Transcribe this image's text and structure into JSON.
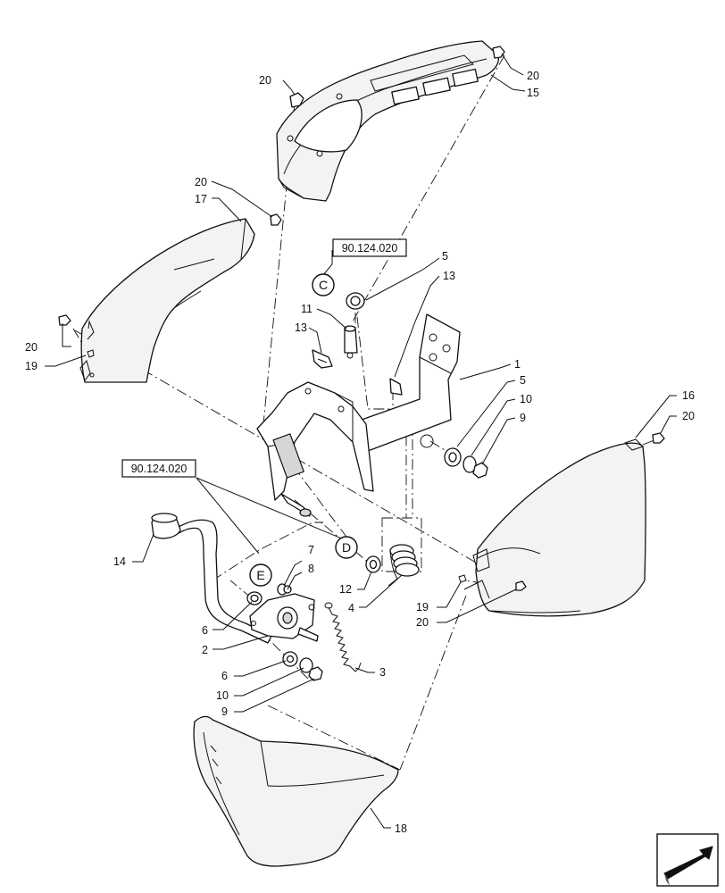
{
  "callouts": {
    "c1": "1",
    "c2": "2",
    "c3": "3",
    "c4": "4",
    "c5a": "5",
    "c5b": "5",
    "c6a": "6",
    "c6b": "6",
    "c7": "7",
    "c8": "8",
    "c9a": "9",
    "c9b": "9",
    "c10a": "10",
    "c10b": "10",
    "c11": "11",
    "c12": "12",
    "c13a": "13",
    "c13b": "13",
    "c14": "14",
    "c15": "15",
    "c16": "16",
    "c17": "17",
    "c18": "18",
    "c19a": "19",
    "c19b": "19",
    "c20a": "20",
    "c20b": "20",
    "c20c": "20",
    "c20d": "20",
    "c20e": "20",
    "c20f": "20"
  },
  "refs": {
    "ref_top": "90.124.020",
    "ref_left": "90.124.020"
  },
  "markers": {
    "c": "C",
    "d": "D",
    "e": "E"
  },
  "nav": {
    "icon": "next-page-arrow-icon"
  }
}
